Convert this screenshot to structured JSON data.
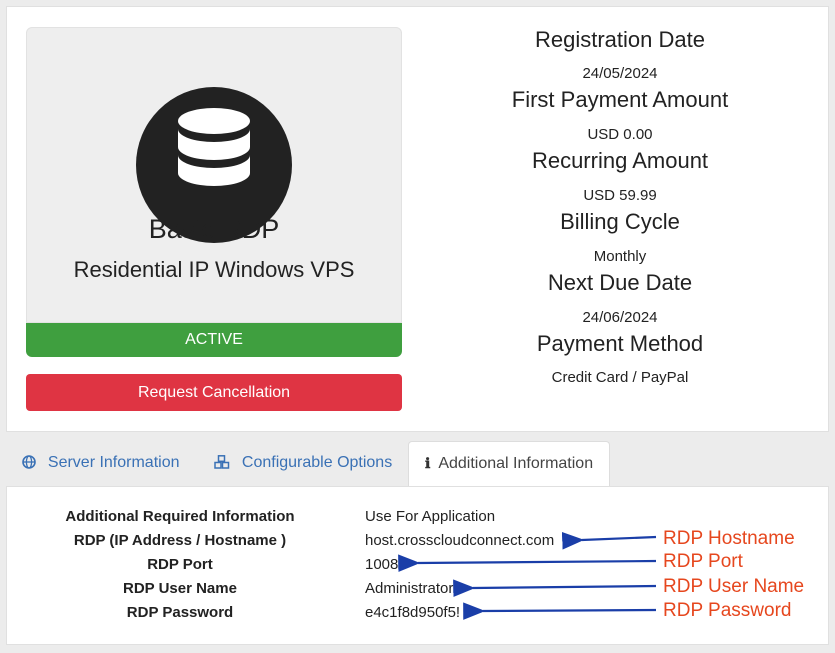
{
  "product": {
    "icon": "database-icon",
    "name": "Basic RDP",
    "subtitle": "Residential IP Windows VPS",
    "status": "ACTIVE",
    "cancel_label": "Request Cancellation"
  },
  "billing": {
    "reg_label": "Registration Date",
    "reg_value": "24/05/2024",
    "first_label": "First Payment Amount",
    "first_value": "USD 0.00",
    "recurring_label": "Recurring Amount",
    "recurring_value": "USD 59.99",
    "cycle_label": "Billing Cycle",
    "cycle_value": "Monthly",
    "due_label": "Next Due Date",
    "due_value": "24/06/2024",
    "method_label": "Payment Method",
    "method_value": "Credit Card / PayPal"
  },
  "tabs": [
    {
      "label": "Server Information",
      "icon": "globe-icon"
    },
    {
      "label": "Configurable Options",
      "icon": "cubes-icon"
    },
    {
      "label": "Additional Information",
      "icon": "info-icon",
      "active": true
    }
  ],
  "details": [
    {
      "label": "Additional Required Information",
      "value": "Use For Application"
    },
    {
      "label": "RDP (IP Address / Hostname )",
      "value": "host.crosscloudconnect.com"
    },
    {
      "label": "RDP Port",
      "value": "1008"
    },
    {
      "label": "RDP User Name",
      "value": "Administrator"
    },
    {
      "label": "RDP Password",
      "value": "e4c1f8d950f5!"
    }
  ],
  "annotations": {
    "hostname": "RDP Hostname",
    "port": "RDP Port",
    "username": "RDP User Name",
    "password": "RDP Password"
  },
  "colors": {
    "status_green": "#3f9f3f",
    "cancel_red": "#df3443",
    "tab_link": "#3a71b5",
    "annotation_red": "#e6471e",
    "arrow_blue": "#1a3ea8"
  }
}
